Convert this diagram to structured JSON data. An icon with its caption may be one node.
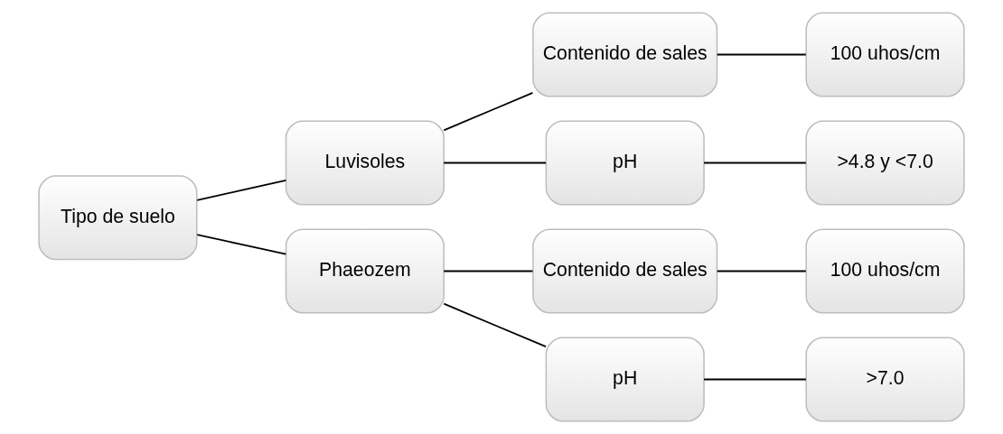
{
  "diagram": {
    "nodes": [
      {
        "text": [
          "Tipo de suelo"
        ]
      },
      {
        "text": [
          "Luvisoles"
        ]
      },
      {
        "text": [
          "Contenido de sales"
        ]
      },
      {
        "text": [
          "100 uhos/cm"
        ]
      },
      {
        "text": [
          "pH"
        ]
      },
      {
        "text": [
          ">4.8 y <7.0"
        ]
      },
      {
        "text": [
          "Phaeozem"
        ]
      },
      {
        "text": [
          "Contenido de sales"
        ]
      },
      {
        "text": [
          "100 uhos/cm"
        ]
      },
      {
        "text": [
          "pH"
        ]
      },
      {
        "text": [
          ">7.0"
        ]
      }
    ],
    "edges": [
      {
        "from": 0,
        "to": 1,
        "arrow": "none"
      },
      {
        "from": 0,
        "to": 6,
        "arrow": "none"
      },
      {
        "from": 1,
        "to": 2,
        "arrow": "none"
      },
      {
        "from": 1,
        "to": 4,
        "arrow": "none"
      },
      {
        "from": 2,
        "to": 3,
        "arrow": "none"
      },
      {
        "from": 4,
        "to": 5,
        "arrow": "none"
      },
      {
        "from": 6,
        "to": 7,
        "arrow": "none"
      },
      {
        "from": 6,
        "to": 9,
        "arrow": "none"
      },
      {
        "from": 7,
        "to": 8,
        "arrow": "none"
      },
      {
        "from": 9,
        "to": 10,
        "arrow": "none"
      }
    ]
  }
}
